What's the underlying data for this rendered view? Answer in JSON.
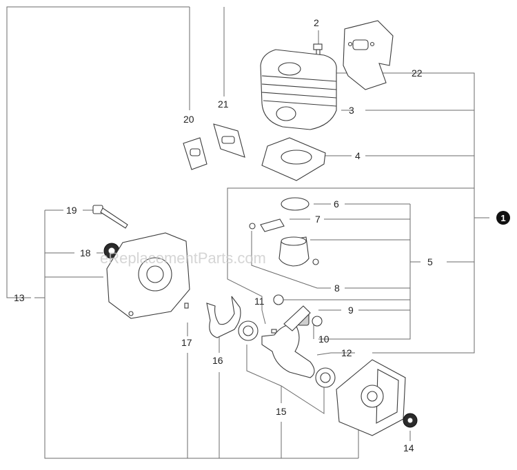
{
  "watermark": "eReplacementParts.com",
  "assembly_marker": "1",
  "callouts": {
    "c2": "2",
    "c3": "3",
    "c4": "4",
    "c5": "5",
    "c6": "6",
    "c7": "7",
    "c8": "8",
    "c9": "9",
    "c10": "10",
    "c11": "11",
    "c12": "12",
    "c13": "13",
    "c14": "14",
    "c15": "15",
    "c16": "16",
    "c17": "17",
    "c18": "18",
    "c19": "19",
    "c20": "20",
    "c21": "21",
    "c22": "22"
  }
}
